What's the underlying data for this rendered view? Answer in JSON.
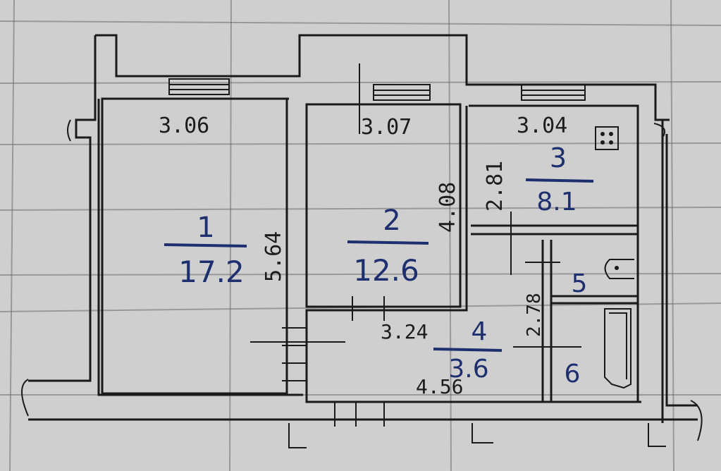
{
  "rooms": [
    {
      "number": "1",
      "area": "17.2"
    },
    {
      "number": "2",
      "area": "12.6"
    },
    {
      "number": "3",
      "area": "8.1"
    },
    {
      "number": "4",
      "area": "3.6"
    },
    {
      "number": "5"
    },
    {
      "number": "6"
    }
  ],
  "dimensions": {
    "room1_width": "3.06",
    "room1_length": "5.64",
    "room2_width": "3.07",
    "room2_length": "4.08",
    "room3_width": "3.04",
    "room3_length": "2.81",
    "hall_width": "3.24",
    "hall_length": "4.56",
    "bath_length": "2.78"
  },
  "colors": {
    "paper": "#cfcfcf",
    "ink": "#1a1a1a",
    "area_ink": "#1d2f6e"
  },
  "icons": [
    "stove-icon",
    "sink-icon",
    "bathtub-icon",
    "window-icon",
    "door-icon"
  ]
}
